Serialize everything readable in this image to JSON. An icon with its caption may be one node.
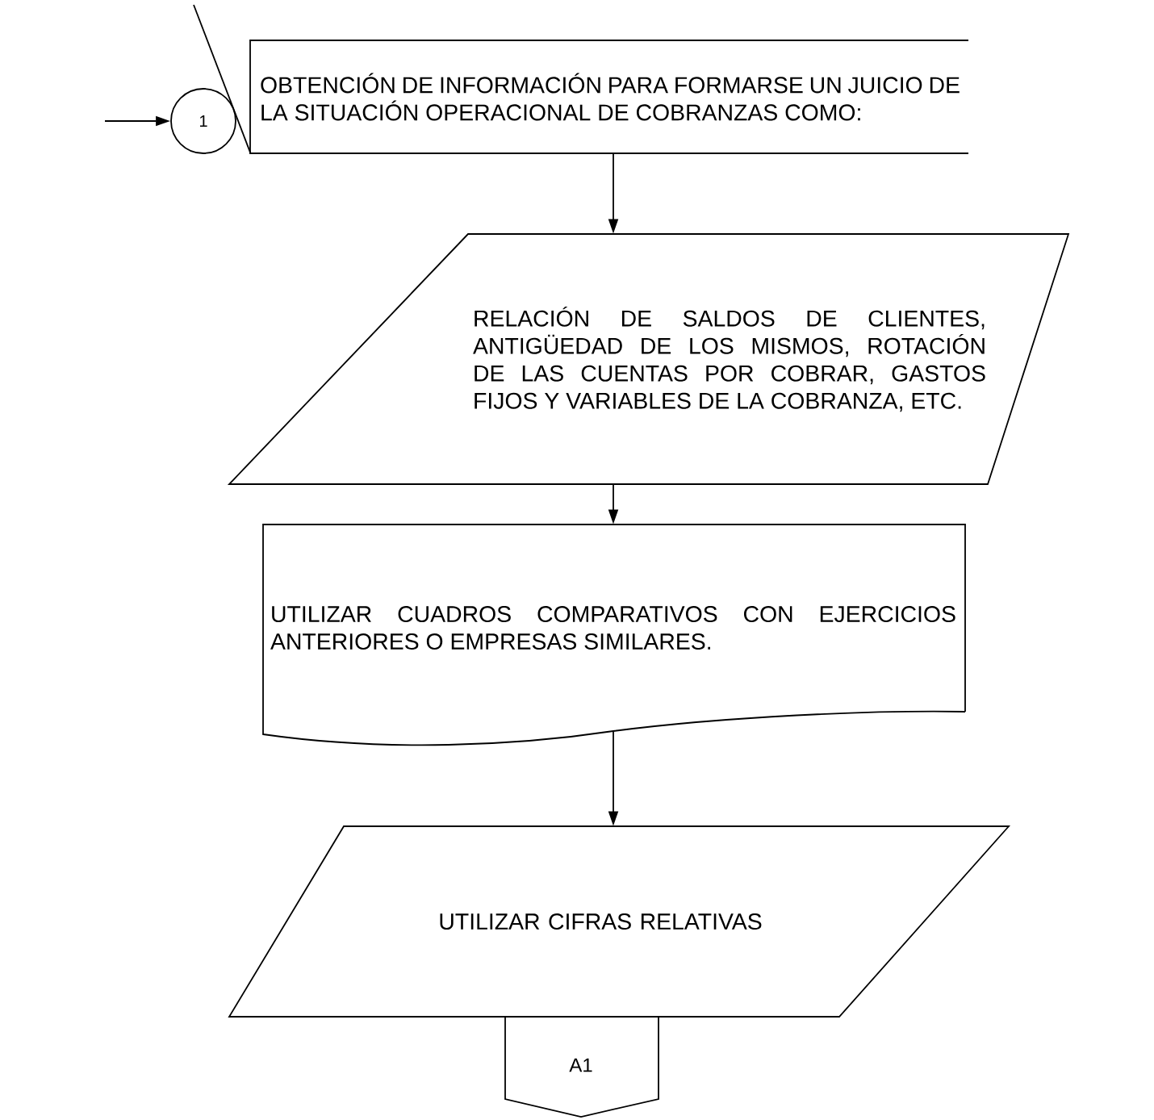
{
  "diagram": {
    "nodes": [
      {
        "text": [
          "1"
        ]
      },
      {
        "text": [
          "OBTENCIÓN DE INFORMACIÓN PARA FORMARSE UN JUICIO DE LA SITUACIÓN OPERACIONAL DE COBRANZAS COMO:"
        ]
      },
      {
        "text": [
          "RELACIÓN DE SALDOS DE CLIENTES, ANTIGÜEDAD DE LOS MISMOS, ROTACIÓN DE LAS CUENTAS POR COBRAR, GASTOS FIJOS Y VARIABLES DE LA COBRANZA, ETC."
        ]
      },
      {
        "text": [
          "UTILIZAR CUADROS COMPARATIVOS CON EJERCICIOS ANTERIORES O EMPRESAS SIMILARES."
        ]
      },
      {
        "text": [
          "UTILIZAR CIFRAS RELATIVAS"
        ]
      },
      {
        "text": [
          "A1"
        ]
      }
    ],
    "edges": [
      {
        "from": null,
        "to": 0,
        "arrow": "to"
      },
      {
        "from": 1,
        "to": null,
        "arrow": "none"
      },
      {
        "from": 1,
        "to": 2,
        "arrow": "to"
      },
      {
        "from": 2,
        "to": 3,
        "arrow": "to"
      },
      {
        "from": 3,
        "to": 4,
        "arrow": "to"
      }
    ]
  }
}
